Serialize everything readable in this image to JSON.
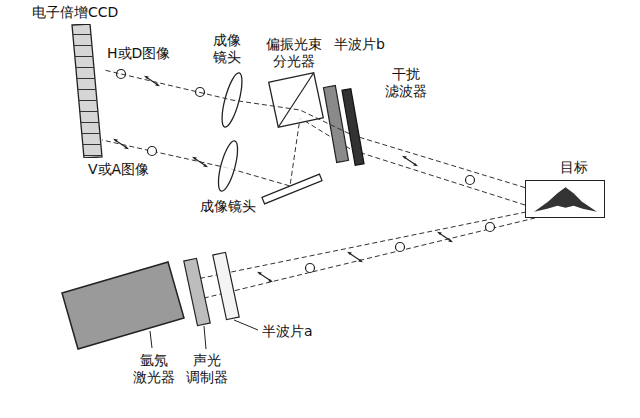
{
  "diagram": {
    "nodes": [
      {
        "text": [
          "电子倍增CCD"
        ]
      },
      {
        "text": [
          "目标"
        ]
      }
    ],
    "edges": [
      {
        "from": 1,
        "to": 0,
        "arrow": "none"
      }
    ],
    "labels": [
      "H或D图像",
      "V或A图像",
      "成像 镜头",
      "偏振光束 分光器",
      "半波片b",
      "干扰 滤波器",
      "成像镜头",
      "氩氖 激光器",
      "声光 调制器",
      "半波片a"
    ]
  }
}
